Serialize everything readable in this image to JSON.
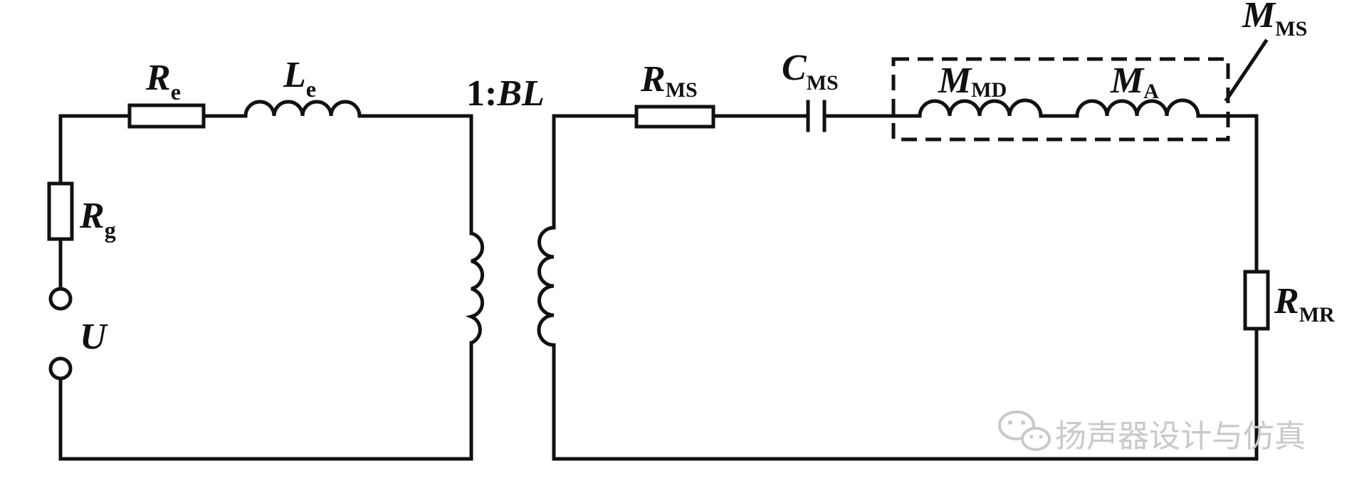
{
  "diagram": {
    "components": {
      "re": {
        "symbol": "R",
        "sub": "e"
      },
      "le": {
        "symbol": "L",
        "sub": "e"
      },
      "rg": {
        "symbol": "R",
        "sub": "g"
      },
      "u": {
        "symbol": "U"
      },
      "ratio": {
        "prefix": "1:",
        "symbol": "BL"
      },
      "rms": {
        "symbol": "R",
        "sub": "MS"
      },
      "cms": {
        "symbol": "C",
        "sub": "MS"
      },
      "mmd": {
        "symbol": "M",
        "sub": "MD"
      },
      "ma": {
        "symbol": "M",
        "sub": "A"
      },
      "mms": {
        "symbol": "M",
        "sub": "MS"
      },
      "rmr": {
        "symbol": "R",
        "sub": "MR"
      }
    }
  },
  "watermark": {
    "text": "扬声器设计与仿真",
    "icon": "wechat-icon"
  }
}
